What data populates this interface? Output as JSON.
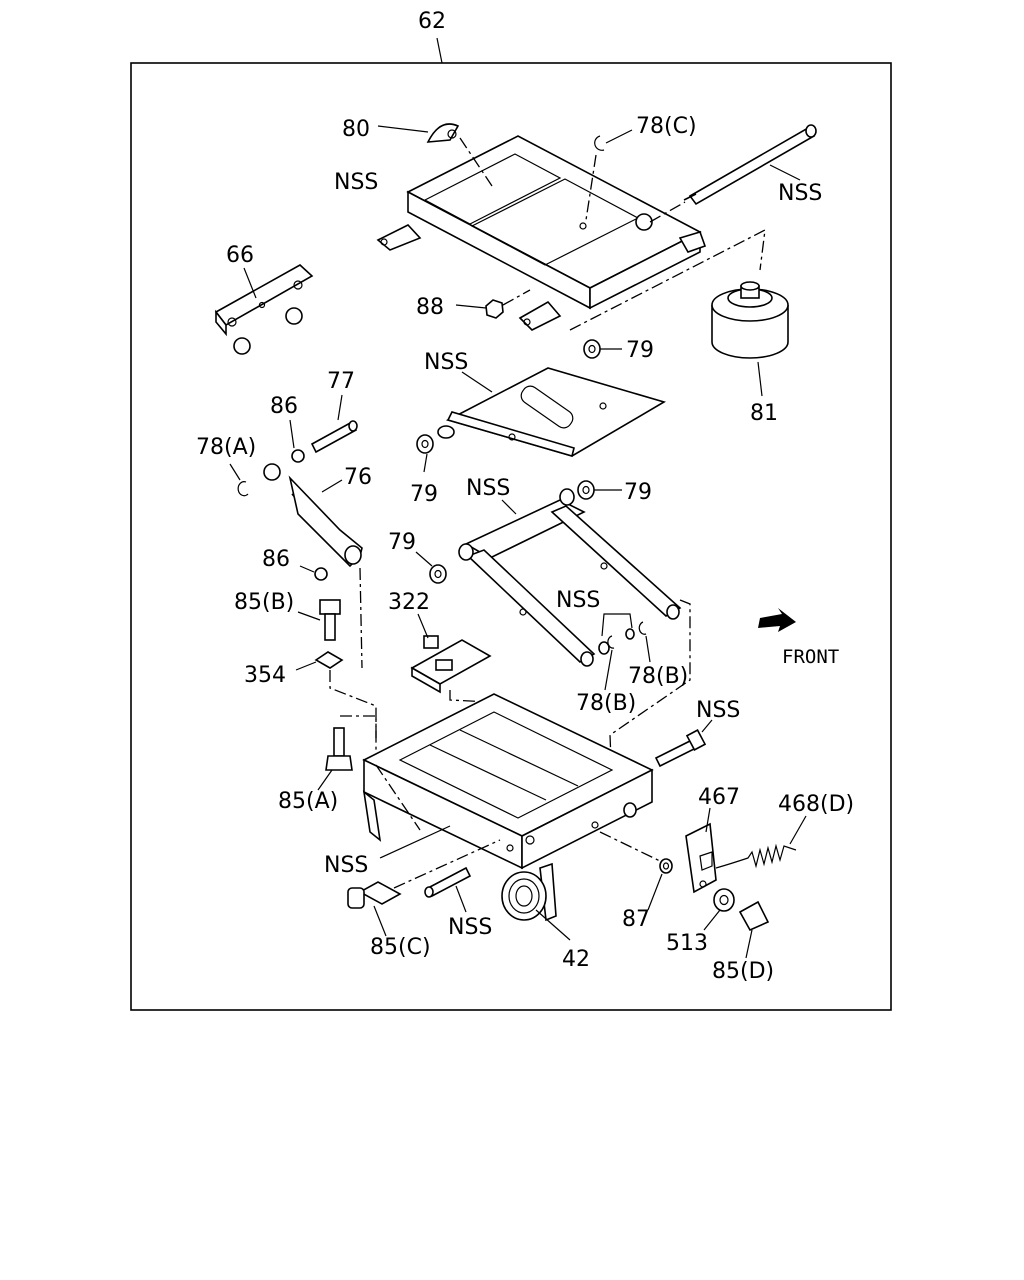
{
  "diagram": {
    "assembly_label": "62",
    "direction_label": "FRONT",
    "callouts": [
      {
        "id": "80",
        "text": "80"
      },
      {
        "id": "78c",
        "text": "78(C)"
      },
      {
        "id": "nss_frame",
        "text": "NSS"
      },
      {
        "id": "nss_rod",
        "text": "NSS"
      },
      {
        "id": "66",
        "text": "66"
      },
      {
        "id": "88",
        "text": "88"
      },
      {
        "id": "nss_upper_arm",
        "text": "NSS"
      },
      {
        "id": "79_top",
        "text": "79"
      },
      {
        "id": "81",
        "text": "81"
      },
      {
        "id": "77",
        "text": "77"
      },
      {
        "id": "86_top",
        "text": "86"
      },
      {
        "id": "78a",
        "text": "78(A)"
      },
      {
        "id": "76",
        "text": "76"
      },
      {
        "id": "79_left",
        "text": "79"
      },
      {
        "id": "nss_lower_arm",
        "text": "NSS"
      },
      {
        "id": "79_right",
        "text": "79"
      },
      {
        "id": "79_mid",
        "text": "79"
      },
      {
        "id": "86_bottom",
        "text": "86"
      },
      {
        "id": "85b",
        "text": "85(B)"
      },
      {
        "id": "322",
        "text": "322"
      },
      {
        "id": "nss_pin",
        "text": "NSS"
      },
      {
        "id": "354",
        "text": "354"
      },
      {
        "id": "78b_right",
        "text": "78(B)"
      },
      {
        "id": "78b_left",
        "text": "78(B)"
      },
      {
        "id": "nss_bolt",
        "text": "NSS"
      },
      {
        "id": "85a",
        "text": "85(A)"
      },
      {
        "id": "467",
        "text": "467"
      },
      {
        "id": "468d",
        "text": "468(D)"
      },
      {
        "id": "nss_base",
        "text": "NSS"
      },
      {
        "id": "87",
        "text": "87"
      },
      {
        "id": "nss_shaft",
        "text": "NSS"
      },
      {
        "id": "85c",
        "text": "85(C)"
      },
      {
        "id": "513",
        "text": "513"
      },
      {
        "id": "42",
        "text": "42"
      },
      {
        "id": "85d",
        "text": "85(D)"
      }
    ]
  }
}
